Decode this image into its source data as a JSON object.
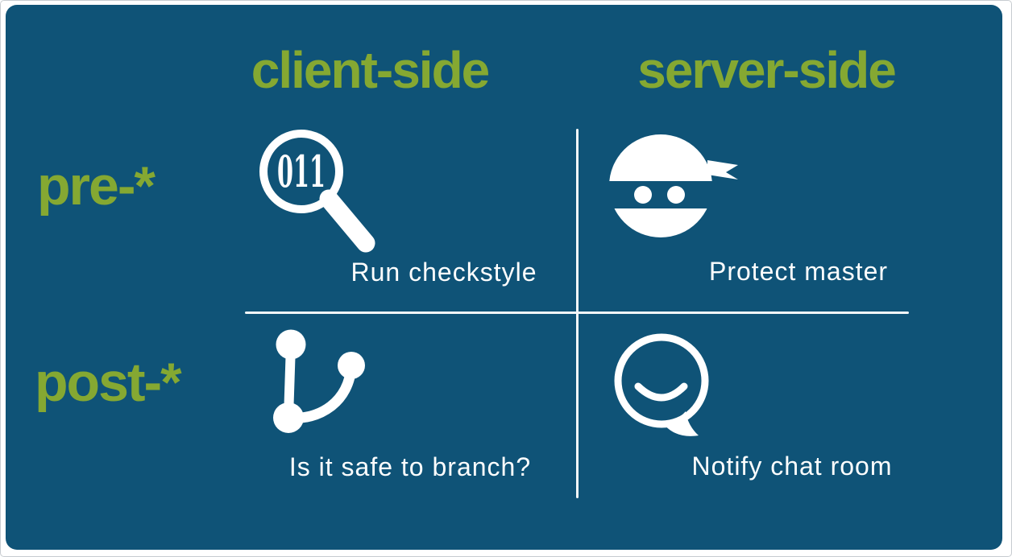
{
  "colors": {
    "card_blue": "#0F5377",
    "accent_green": "#85A832",
    "text_white": "#FFFFFF",
    "page_background": "#FFFFFF",
    "divider_white": "#F4F8F9"
  },
  "columns": [
    {
      "label": "client-side"
    },
    {
      "label": "server-side"
    }
  ],
  "rows": [
    {
      "label": "pre-*"
    },
    {
      "label": "post-*"
    }
  ],
  "cells": [
    {
      "row": "pre-*",
      "column": "client-side",
      "icon": "code-search-icon",
      "icon_text": "011",
      "caption": "Run checkstyle"
    },
    {
      "row": "pre-*",
      "column": "server-side",
      "icon": "ninja-icon",
      "caption": "Protect master"
    },
    {
      "row": "post-*",
      "column": "client-side",
      "icon": "git-branch-icon",
      "caption": "Is it safe to branch?"
    },
    {
      "row": "post-*",
      "column": "server-side",
      "icon": "chat-bubble-icon",
      "caption": "Notify chat room"
    }
  ]
}
